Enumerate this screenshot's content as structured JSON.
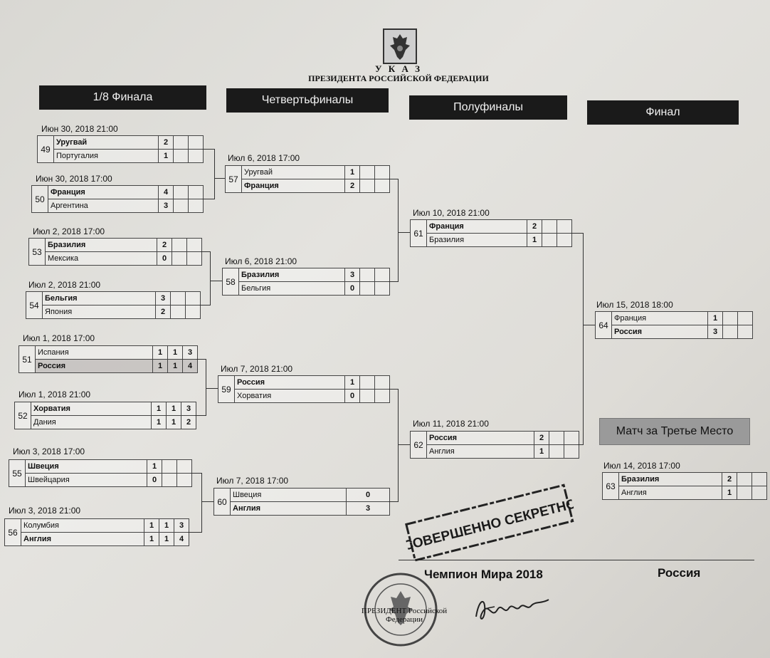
{
  "header": {
    "line1": "У К А З",
    "line2": "ПРЕЗИДЕНТА РОССИЙСКОЙ ФЕДЕРАЦИИ"
  },
  "rounds": {
    "r16": "1/8 Финала",
    "qf": "Четвертьфиналы",
    "sf": "Полуфиналы",
    "final": "Финал",
    "third": "Матч за Третье Место"
  },
  "matches": {
    "m49": {
      "num": "49",
      "date": "Июн 30, 2018   21:00",
      "t1": "Уругвай",
      "s1": [
        "2",
        "",
        ""
      ],
      "t2": "Португалия",
      "s2": [
        "1",
        "",
        ""
      ]
    },
    "m50": {
      "num": "50",
      "date": "Июн 30, 2018   17:00",
      "t1": "Франция",
      "s1": [
        "4",
        "",
        ""
      ],
      "t2": "Аргентина",
      "s2": [
        "3",
        "",
        ""
      ]
    },
    "m53": {
      "num": "53",
      "date": "Июл 2, 2018   17:00",
      "t1": "Бразилия",
      "s1": [
        "2",
        "",
        ""
      ],
      "t2": "Мексика",
      "s2": [
        "0",
        "",
        ""
      ]
    },
    "m54": {
      "num": "54",
      "date": "Июл 2, 2018   21:00",
      "t1": "Бельгия",
      "s1": [
        "3",
        "",
        ""
      ],
      "t2": "Япония",
      "s2": [
        "2",
        "",
        ""
      ]
    },
    "m51": {
      "num": "51",
      "date": "Июл 1, 2018   17:00",
      "t1": "Испания",
      "s1": [
        "1",
        "1",
        "3"
      ],
      "t2": "Россия",
      "s2": [
        "1",
        "1",
        "4"
      ]
    },
    "m52": {
      "num": "52",
      "date": "Июл 1, 2018   21:00",
      "t1": "Хорватия",
      "s1": [
        "1",
        "1",
        "3"
      ],
      "t2": "Дания",
      "s2": [
        "1",
        "1",
        "2"
      ]
    },
    "m55": {
      "num": "55",
      "date": "Июл 3, 2018   17:00",
      "t1": "Швеция",
      "s1": [
        "1",
        "",
        ""
      ],
      "t2": "Швейцария",
      "s2": [
        "0",
        "",
        ""
      ]
    },
    "m56": {
      "num": "56",
      "date": "Июл 3, 2018   21:00",
      "t1": "Колумбия",
      "s1": [
        "1",
        "1",
        "3"
      ],
      "t2": "Англия",
      "s2": [
        "1",
        "1",
        "4"
      ]
    },
    "m57": {
      "num": "57",
      "date": "Июл 6, 2018   17:00",
      "t1": "Уругвай",
      "s1": [
        "1",
        "",
        ""
      ],
      "t2": "Франция",
      "s2": [
        "2",
        "",
        ""
      ]
    },
    "m58": {
      "num": "58",
      "date": "Июл 6, 2018   21:00",
      "t1": "Бразилия",
      "s1": [
        "3",
        "",
        ""
      ],
      "t2": "Бельгия",
      "s2": [
        "0",
        "",
        ""
      ]
    },
    "m59": {
      "num": "59",
      "date": "Июл 7, 2018   21:00",
      "t1": "Россия",
      "s1": [
        "1",
        "",
        ""
      ],
      "t2": "Хорватия",
      "s2": [
        "0",
        "",
        ""
      ]
    },
    "m60": {
      "num": "60",
      "date": "Июл 7, 2018   17:00",
      "t1": "Швеция",
      "s1": [
        "0",
        "",
        ""
      ],
      "t2": "Англия",
      "s2": [
        "3",
        "",
        ""
      ]
    },
    "m61": {
      "num": "61",
      "date": "Июл 10, 2018   21:00",
      "t1": "Франция",
      "s1": [
        "2",
        "",
        ""
      ],
      "t2": "Бразилия",
      "s2": [
        "1",
        "",
        ""
      ]
    },
    "m62": {
      "num": "62",
      "date": "Июл 11, 2018   21:00",
      "t1": "Россия",
      "s1": [
        "2",
        "",
        ""
      ],
      "t2": "Англия",
      "s2": [
        "1",
        "",
        ""
      ]
    },
    "m64": {
      "num": "64",
      "date": "Июл 15, 2018   18:00",
      "t1": "Франция",
      "s1": [
        "1",
        "",
        ""
      ],
      "t2": "Россия",
      "s2": [
        "3",
        "",
        ""
      ]
    },
    "m63": {
      "num": "63",
      "date": "Июл 14, 2018   17:00",
      "t1": "Бразилия",
      "s1": [
        "2",
        "",
        ""
      ],
      "t2": "Англия",
      "s2": [
        "1",
        "",
        ""
      ]
    }
  },
  "champion": {
    "label": "Чемпион Мира 2018",
    "team": "Россия"
  },
  "stamp_text": "СОВЕРШЕННО СЕКРЕТНО",
  "seal_text": "ПРЕЗИДЕНТ Российской Федерации"
}
